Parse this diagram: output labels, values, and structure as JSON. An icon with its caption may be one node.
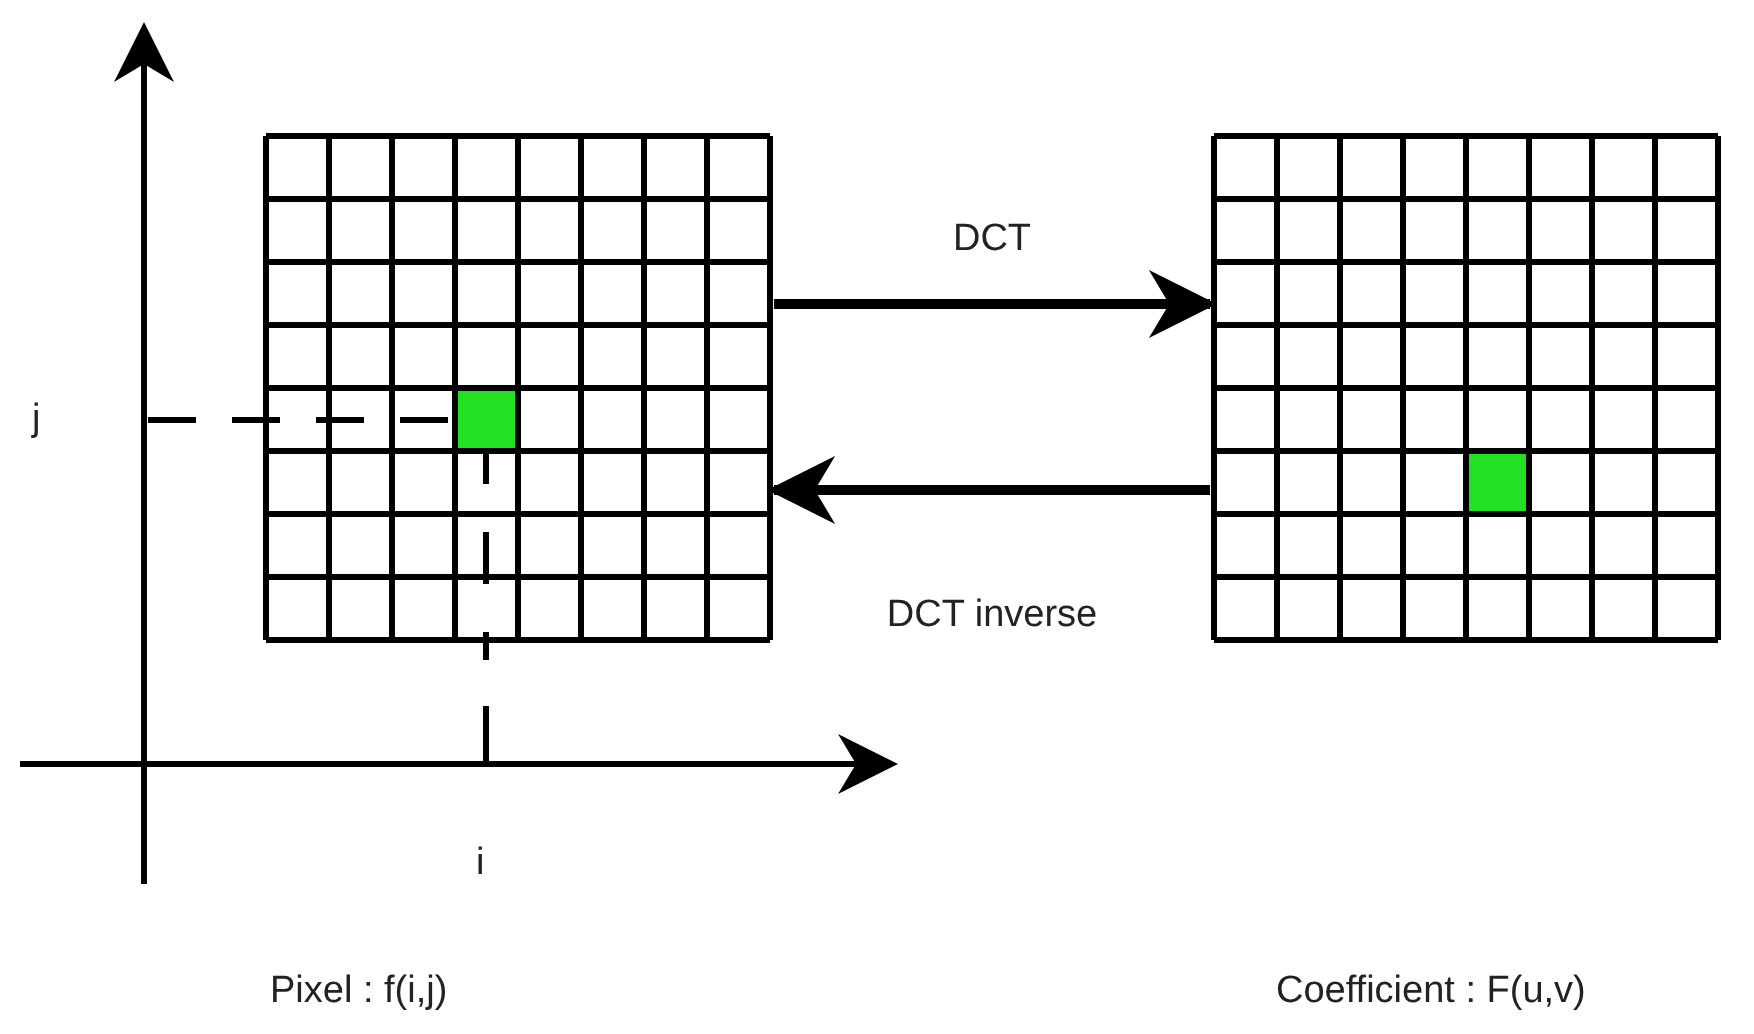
{
  "diagram": {
    "nodes": [
      {
        "text": [],
        "shape": "grid"
      },
      {
        "text": [],
        "shape": "grid"
      }
    ],
    "edges": [
      {
        "from": 0,
        "to": 1,
        "arrow": "to",
        "label": "DCT"
      },
      {
        "from": 1,
        "to": 0,
        "arrow": "to",
        "label": "DCT inverse"
      }
    ],
    "labels": [
      "j",
      "i",
      "Pixel : f(i,j)",
      "Coefficient : F(u,v)"
    ]
  }
}
